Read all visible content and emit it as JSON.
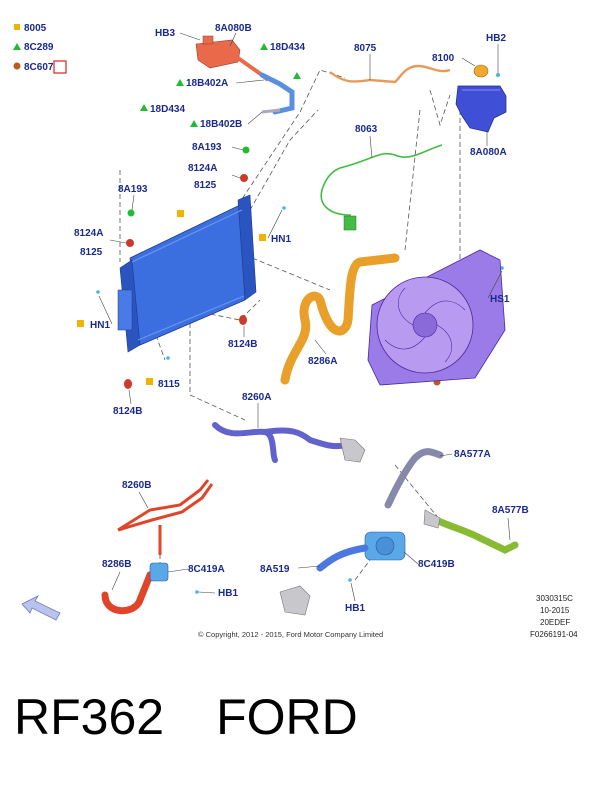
{
  "legend": {
    "square": {
      "code": "8005",
      "color": "#f0b400"
    },
    "triangle": {
      "code": "8C289",
      "color": "#22bb33"
    },
    "circle": {
      "code": "8C607",
      "color": "#b85c1e"
    }
  },
  "parts": {
    "hb3": "HB3",
    "p8a080b": "8A080B",
    "p18d434_top": "18D434",
    "p18b402a": "18B402A",
    "p18d434_mid": "18D434",
    "p18b402b": "18B402B",
    "p8075": "8075",
    "p8100": "8100",
    "hb2": "HB2",
    "p8a080a": "8A080A",
    "p8063": "8063",
    "p8a193_top": "8A193",
    "p8124a_top": "8124A",
    "p8125_top": "8125",
    "p8a193_left": "8A193",
    "p8124a_left": "8124A",
    "p8125_left": "8125",
    "hn1_right": "HN1",
    "hn1_left": "HN1",
    "hs1": "HS1",
    "p8124b_mid": "8124B",
    "p8286a": "8286A",
    "p8115": "8115",
    "p8124b_bot": "8124B",
    "p8260a": "8260A",
    "p8a577a": "8A577A",
    "p8260b": "8260B",
    "p8a577b": "8A577B",
    "p8286b": "8286B",
    "p8c419a": "8C419A",
    "p8a519": "8A519",
    "p8c419b": "8C419B",
    "hb1_left": "HB1",
    "hb1_right": "HB1"
  },
  "reference": [
    "3030315C",
    "10-2015",
    "20EDEF",
    "F0266191-04"
  ],
  "copyright": "© Copyright, 2012 - 2015, Ford Motor Company Limited",
  "footer": {
    "part_number": "RF362",
    "brand": "FORD"
  },
  "colors": {
    "radiator": "#3b6fe0",
    "reservoir": "#3f4fd6",
    "fan_shroud": "#9a7be8",
    "hose_orange": "#e8a02a",
    "hose_red": "#e0452a",
    "hose_purple": "#6262cc",
    "hose_green": "#44bb44",
    "hose_olive": "#88bb33",
    "label": "#1a2a8c"
  }
}
